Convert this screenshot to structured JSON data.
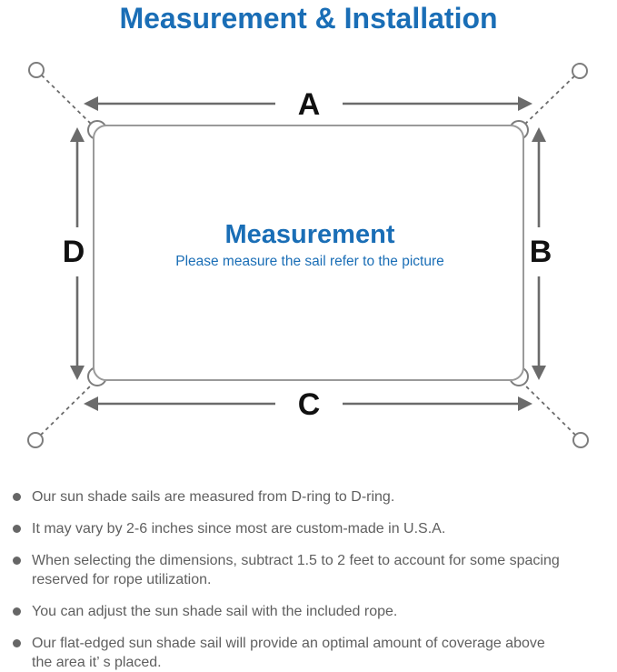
{
  "title": "Measurement & Installation",
  "diagram": {
    "labels": {
      "top": "A",
      "right": "B",
      "bottom": "C",
      "left": "D"
    },
    "center_title": "Measurement",
    "center_subtitle": "Please measure the sail refer to the picture",
    "colors": {
      "accent_blue": "#1a6eb6",
      "sail_outline_gray": "#9a9a9a",
      "arrow_gray": "#6b6b6b",
      "ring_gray": "#7d7d7d",
      "label_black": "#111111",
      "note_text_gray": "#5f5f5f"
    }
  },
  "notes": [
    {
      "lines": [
        "Our sun shade sails are measured from D-ring to D-ring."
      ]
    },
    {
      "lines": [
        "It may vary by 2-6 inches since most are custom-made in U.S.A."
      ]
    },
    {
      "lines": [
        "When selecting the dimensions, subtract 1.5 to 2 feet to account for some spacing",
        "reserved for rope utilization."
      ]
    },
    {
      "lines": [
        "You can adjust the sun shade sail with the included rope."
      ]
    },
    {
      "lines": [
        "Our flat-edged sun shade sail will provide an optimal amount of coverage above",
        "the area it’ s placed."
      ]
    }
  ]
}
